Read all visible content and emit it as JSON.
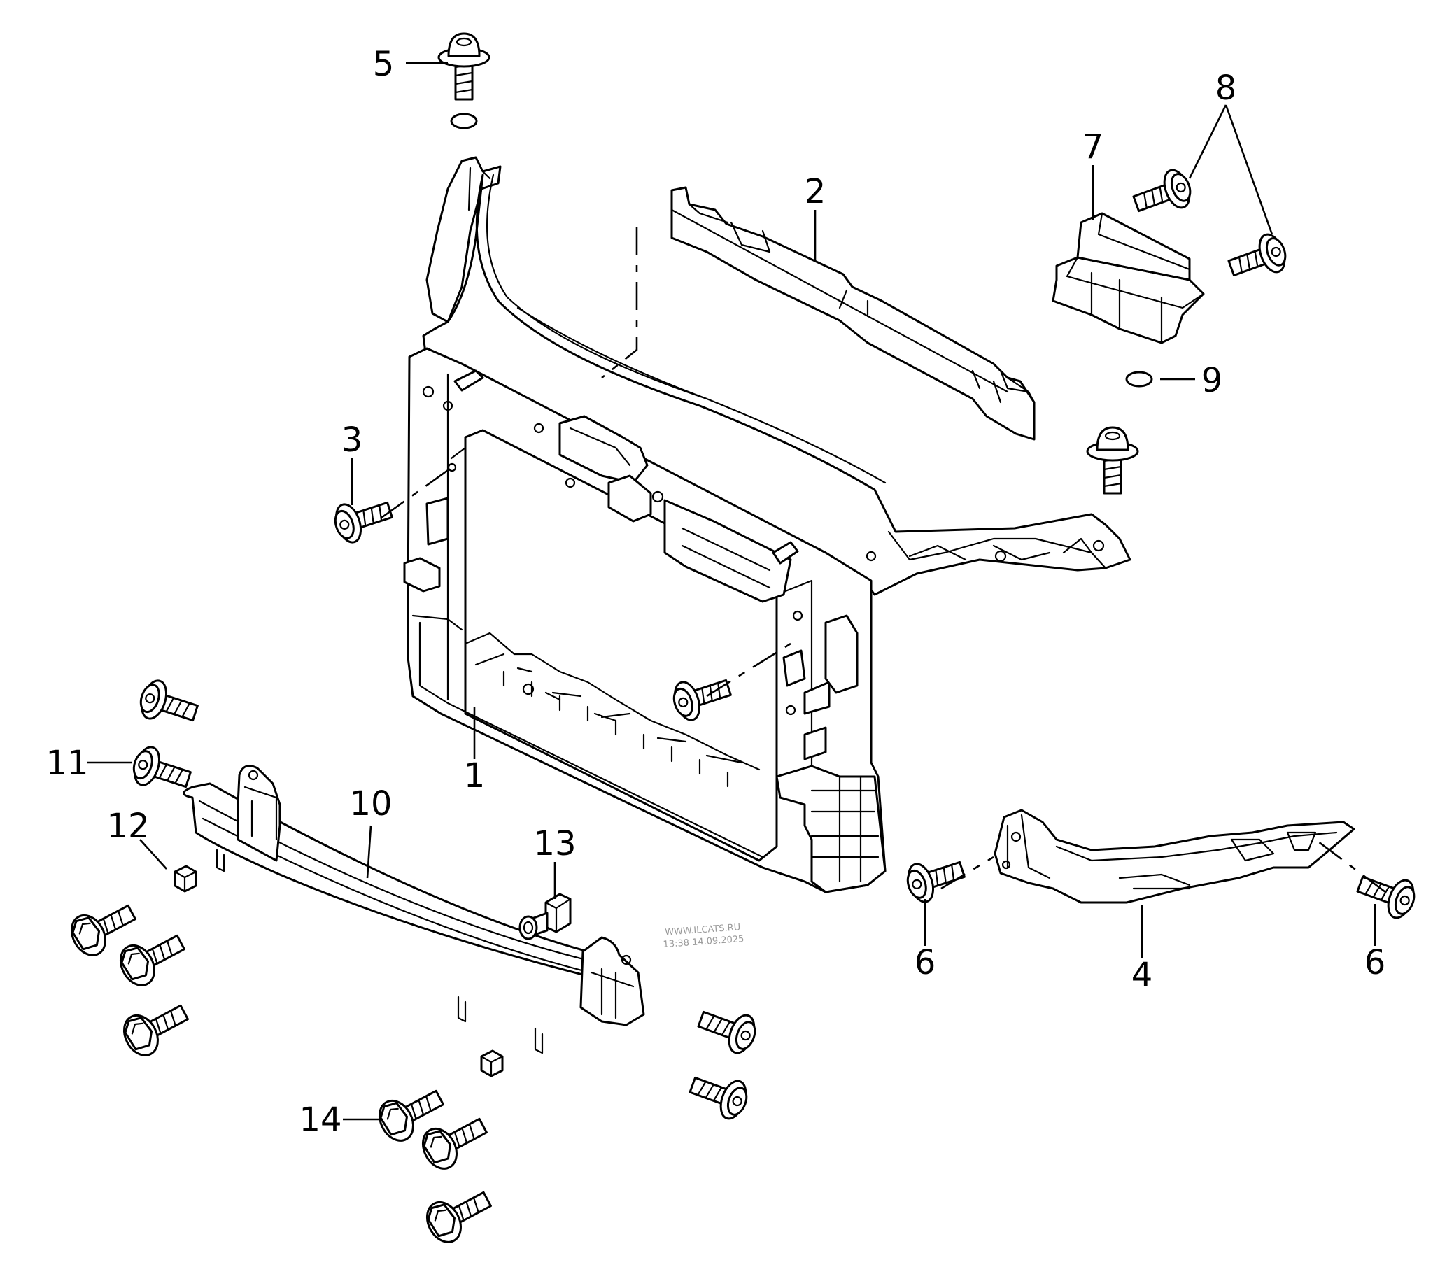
{
  "callouts": [
    {
      "id": "c1",
      "label": "1"
    },
    {
      "id": "c2",
      "label": "2"
    },
    {
      "id": "c3",
      "label": "3"
    },
    {
      "id": "c4",
      "label": "4"
    },
    {
      "id": "c5",
      "label": "5"
    },
    {
      "id": "c6a",
      "label": "6"
    },
    {
      "id": "c6b",
      "label": "6"
    },
    {
      "id": "c7",
      "label": "7"
    },
    {
      "id": "c8",
      "label": "8"
    },
    {
      "id": "c9",
      "label": "9"
    },
    {
      "id": "c10",
      "label": "10"
    },
    {
      "id": "c11",
      "label": "11"
    },
    {
      "id": "c12",
      "label": "12"
    },
    {
      "id": "c13",
      "label": "13"
    },
    {
      "id": "c14",
      "label": "14"
    }
  ],
  "watermark": {
    "line1": "WWW.ILCATS.RU",
    "line2": "13:38 14.09.2025"
  }
}
